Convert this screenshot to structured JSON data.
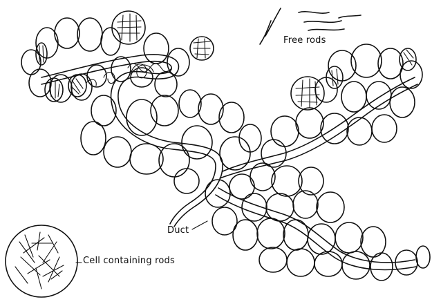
{
  "labels": {
    "free_rods": "Free rods",
    "duct": "Duct",
    "cell": "Cell containing rods"
  },
  "colors": {
    "ink": "#111111",
    "paper": "#ffffff"
  }
}
